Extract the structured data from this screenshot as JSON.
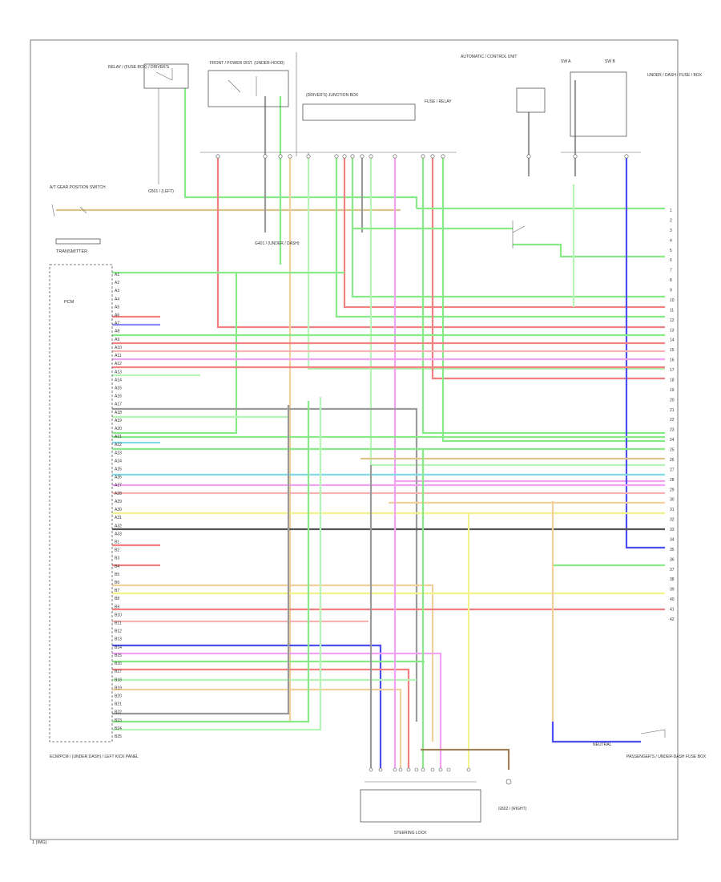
{
  "diagram": {
    "footer_code": "1  (IMG)",
    "components": {
      "relay_left": "RELAY / (FUSE BOX) / DRIVER'S",
      "relay_center": "FRONT / POWER DIST. (UNDER-HOOD)",
      "junction_box": "(DRIVER'S) JUNCTION BOX",
      "fuse_center": "FUSE / RELAY",
      "right_module": "AUTOMATIC / CONTROL UNIT",
      "right_switch_a": "SW A",
      "right_switch_b": "SW B",
      "right_side_note": "UNDER / DASH / FUSE / BOX",
      "ground_left": "G501 / (LEFT)",
      "ground_center": "G401 / (UNDER / DASH)",
      "left_connector": "A/T GEAR POSITION SWITCH",
      "transmitter": "TRANSMITTER",
      "ecu_block": "PCM",
      "ecu_caption": "ECM/PCM / (UNDER DASH) / LEFT KICK PANEL",
      "bottom_module": "STEERING LOCK",
      "bottom_ground": "G502 / (RIGHT)",
      "bottom_right_module": "PASSENGER'S / UNDER-DASH FUSE BOX",
      "bottom_right_note": "NEUTRAL"
    }
  },
  "pin_labels": {
    "left": [
      "A1",
      "A2",
      "A3",
      "A4",
      "A5",
      "A6",
      "A7",
      "A8",
      "A9",
      "A10",
      "A11",
      "A12",
      "A13",
      "A14",
      "A15",
      "A16",
      "A17",
      "A18",
      "A19",
      "A20",
      "A21",
      "A22",
      "A23",
      "A24",
      "A25",
      "A26",
      "A27",
      "A28",
      "A29",
      "A30",
      "A31",
      "A32",
      "A33",
      "B1",
      "B2",
      "B3",
      "B4",
      "B5",
      "B6",
      "B7",
      "B8",
      "B9",
      "B10",
      "B11",
      "B12",
      "B13",
      "B14",
      "B15",
      "B16",
      "B17",
      "B18",
      "B19",
      "B20",
      "B21",
      "B22",
      "B23",
      "B24",
      "B25"
    ],
    "right": [
      "1",
      "2",
      "3",
      "4",
      "5",
      "6",
      "7",
      "8",
      "9",
      "10",
      "11",
      "12",
      "13",
      "14",
      "15",
      "16",
      "17",
      "18",
      "19",
      "20",
      "21",
      "22",
      "23",
      "24",
      "25",
      "26",
      "27",
      "28",
      "29",
      "30",
      "31",
      "32",
      "33",
      "34",
      "35",
      "36",
      "37",
      "38",
      "39",
      "40",
      "41",
      "42"
    ]
  },
  "wire_colors": {
    "green": "#86ea86",
    "light_green": "#b6f3b6",
    "red": "#f28080",
    "pink": "#f7b3b3",
    "magenta": "#f3a2f3",
    "blue": "#8a8af0",
    "dark_blue": "#4d4df0",
    "yellow": "#f2f28a",
    "orange": "#f2cf9b",
    "tan": "#dcc48a",
    "gray": "#9a9a9a",
    "dark_gray": "#555555",
    "cyan": "#80d9e6",
    "brown": "#a0825a"
  }
}
